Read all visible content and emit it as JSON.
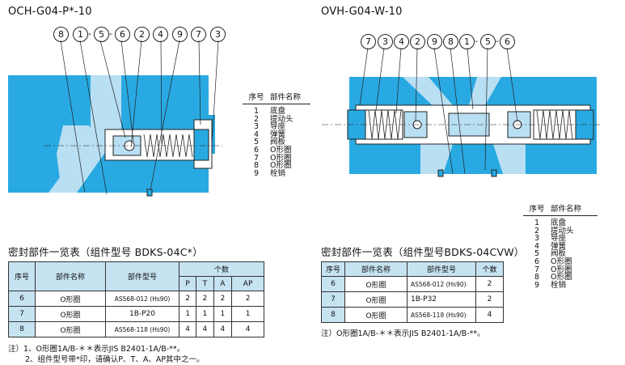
{
  "left_diagram": {
    "title": "OCH-G04-P*-10",
    "callouts": [
      "8",
      "1",
      "5",
      "6",
      "2",
      "4",
      "9",
      "7",
      "3"
    ]
  },
  "right_diagram": {
    "title": "OVH-G04-W-10",
    "callouts": [
      "7",
      "3",
      "4",
      "2",
      "9",
      "8",
      "1",
      "5",
      "6"
    ]
  },
  "parts_list": {
    "header_no": "序号",
    "header_name": "部件名称",
    "rows": [
      {
        "no": "1",
        "name": "底盘"
      },
      {
        "no": "2",
        "name": "提动头"
      },
      {
        "no": "3",
        "name": "导座"
      },
      {
        "no": "4",
        "name": "弹簧"
      },
      {
        "no": "5",
        "name": "阀板"
      },
      {
        "no": "6",
        "name": "O形圈"
      },
      {
        "no": "7",
        "name": "O形圈"
      },
      {
        "no": "8",
        "name": "O形圈"
      },
      {
        "no": "9",
        "name": "栓销"
      }
    ]
  },
  "seal_table_left": {
    "title": "密封部件一览表（组件型号 BDKS-04C*）",
    "headers": {
      "no": "序号",
      "name": "部件名称",
      "model": "部件型号",
      "qty": "个数"
    },
    "qty_columns": [
      "P",
      "T",
      "A",
      "AP"
    ],
    "rows": [
      {
        "no": "6",
        "name": "O形圈",
        "model": "AS568-012 (Hs90)",
        "qty": [
          "2",
          "2",
          "2",
          "2"
        ]
      },
      {
        "no": "7",
        "name": "O形圈",
        "model": "1B-P20",
        "qty": [
          "1",
          "1",
          "1",
          "1"
        ]
      },
      {
        "no": "8",
        "name": "O形圈",
        "model": "AS568-118 (Hs90)",
        "qty": [
          "4",
          "4",
          "4",
          "4"
        ]
      }
    ]
  },
  "seal_table_right": {
    "title": "密封部件一览表（组件型号BDKS-04CVW）",
    "headers": {
      "no": "序号",
      "name": "部件名称",
      "model": "部件型号",
      "qty": "个数"
    },
    "rows": [
      {
        "no": "6",
        "name": "O形圈",
        "model": "AS568-012 (Hs90)",
        "qty": "2"
      },
      {
        "no": "7",
        "name": "O形圈",
        "model": "1B-P32",
        "qty": "2"
      },
      {
        "no": "8",
        "name": "O形圈",
        "model": "AS568-118 (Hs90)",
        "qty": "4"
      }
    ]
  },
  "notes": {
    "left_1": "注）1、O形圈1A/B-＊＊表示JIS B2401-1A/B-**。",
    "left_2": "2、组件型号带*印，请确认P、T、A、AP其中之一。",
    "right_1": "注）O形圈1A/B-＊＊表示JIS B2401-1A/B-**。"
  },
  "colors": {
    "body": "#29a9e1",
    "body_light": "#b9dff3",
    "table_header": "#c6e3f2"
  }
}
